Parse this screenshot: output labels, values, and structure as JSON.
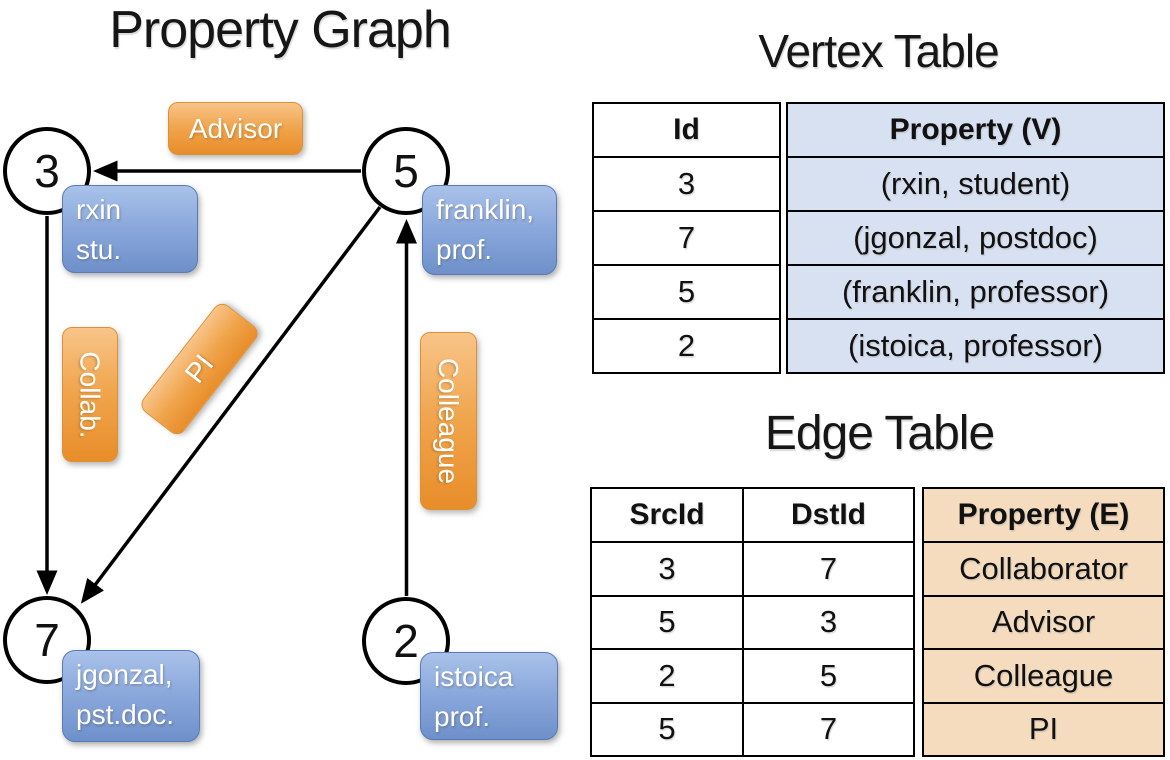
{
  "graph": {
    "title": "Property Graph",
    "nodes": [
      {
        "id": "3",
        "lines": [
          "rxin",
          "stu."
        ]
      },
      {
        "id": "5",
        "lines": [
          "franklin,",
          "prof."
        ]
      },
      {
        "id": "7",
        "lines": [
          "jgonzal,",
          "pst.doc."
        ]
      },
      {
        "id": "2",
        "lines": [
          "istoica",
          "prof."
        ]
      }
    ],
    "edges": [
      {
        "label": "Advisor",
        "from": "5",
        "to": "3"
      },
      {
        "label": "Collab.",
        "from": "3",
        "to": "7"
      },
      {
        "label": "PI",
        "from": "5",
        "to": "7"
      },
      {
        "label": "Colleague",
        "from": "2",
        "to": "5"
      }
    ]
  },
  "vertex_table": {
    "title": "Vertex Table",
    "columns": [
      "Id",
      "Property (V)"
    ],
    "rows": [
      [
        "3",
        "(rxin, student)"
      ],
      [
        "7",
        "(jgonzal, postdoc)"
      ],
      [
        "5",
        "(franklin, professor)"
      ],
      [
        "2",
        "(istoica, professor)"
      ]
    ]
  },
  "edge_table": {
    "title": "Edge Table",
    "columns": [
      "SrcId",
      "DstId",
      "Property (E)"
    ],
    "rows": [
      [
        "3",
        "7",
        "Collaborator"
      ],
      [
        "5",
        "3",
        "Advisor"
      ],
      [
        "2",
        "5",
        "Colleague"
      ],
      [
        "5",
        "7",
        "PI"
      ]
    ]
  },
  "colors": {
    "edge_label_orange": "#F0A44B",
    "vertex_label_blue": "#8AA8DC",
    "vertex_table_fill": "#D8E1F2",
    "edge_table_fill": "#F5DCBE",
    "line_black": "#000000"
  }
}
